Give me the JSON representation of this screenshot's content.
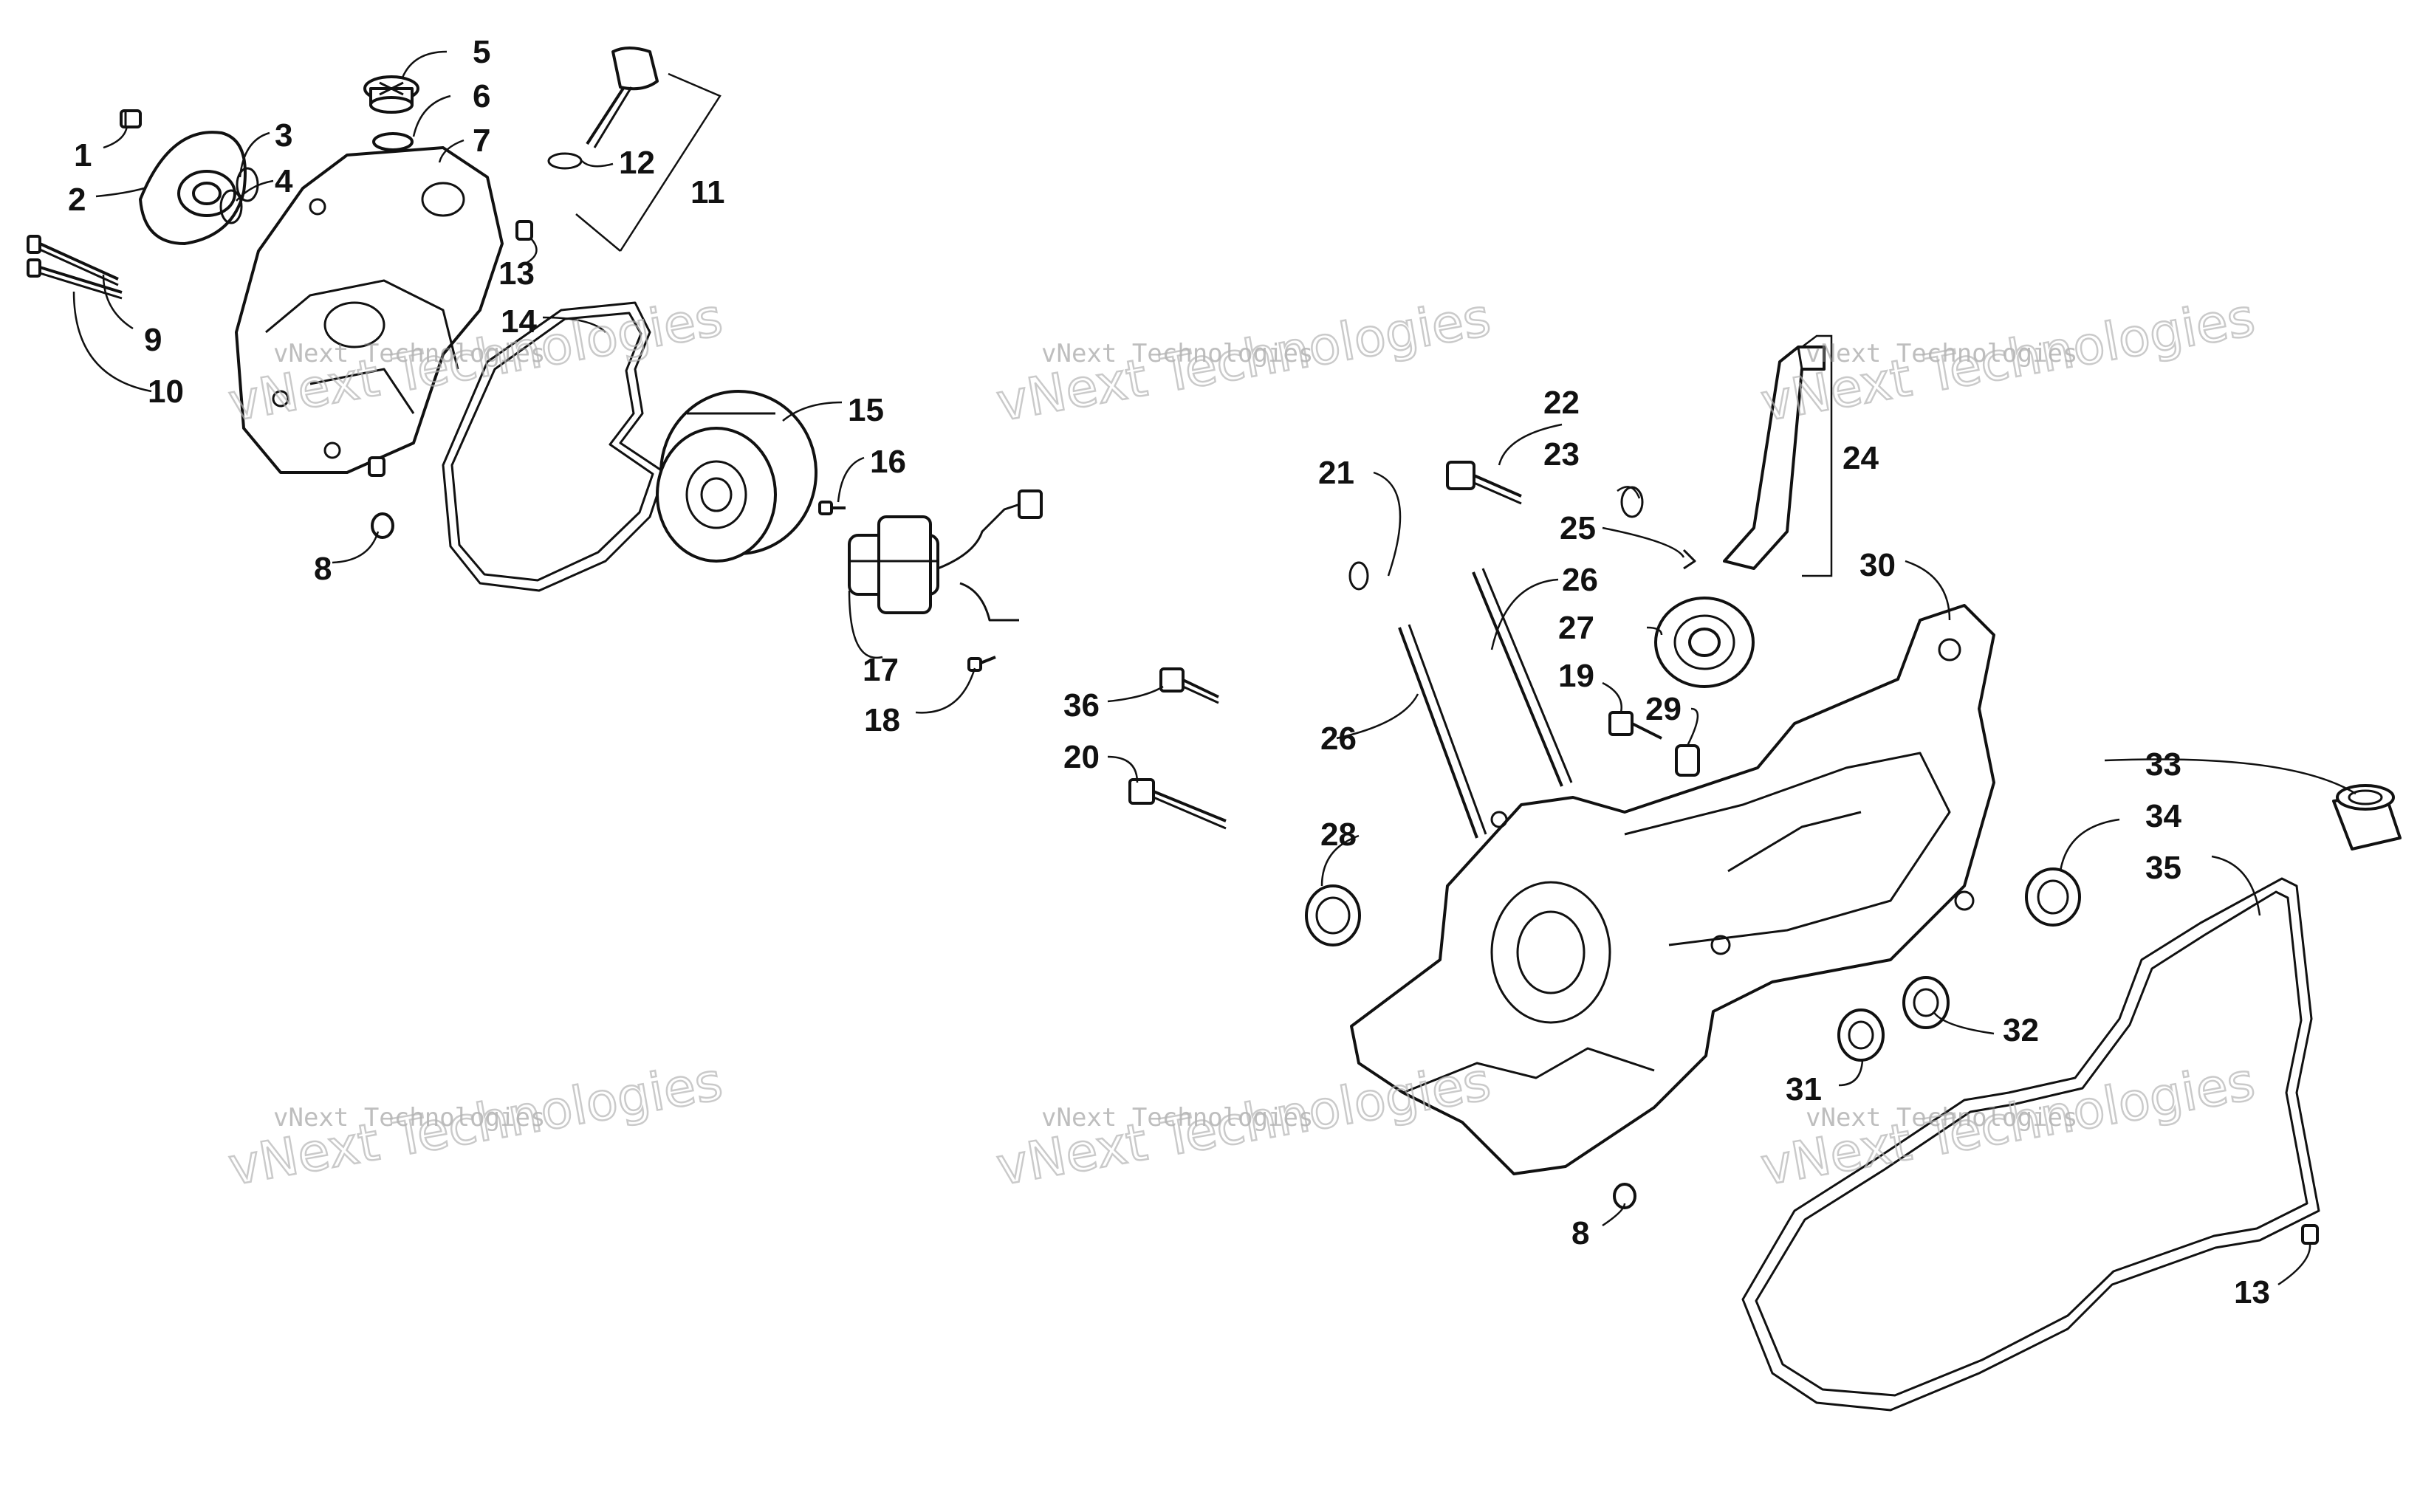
{
  "diagram": {
    "watermarks": [
      {
        "line1": "vNext Technologies",
        "line2": "vNext Technologies"
      },
      {
        "line1": "vNext Technologies",
        "line2": "vNext Technologies"
      },
      {
        "line1": "vNext Technologies",
        "line2": "vNext Technologies"
      },
      {
        "line1": "vNext Technologies",
        "line2": "vNext Technologies"
      },
      {
        "line1": "vNext Technologies",
        "line2": "vNext Technologies"
      },
      {
        "line1": "vNext Technologies",
        "line2": "vNext Technologies"
      }
    ],
    "callouts": [
      "1",
      "2",
      "3",
      "4",
      "5",
      "6",
      "7",
      "8",
      "9",
      "10",
      "11",
      "12",
      "13",
      "14",
      "15",
      "16",
      "17",
      "18",
      "19",
      "20",
      "21",
      "22",
      "23",
      "24",
      "25",
      "26",
      "26",
      "27",
      "28",
      "29",
      "30",
      "31",
      "32",
      "33",
      "34",
      "35",
      "36",
      "8",
      "13"
    ]
  }
}
